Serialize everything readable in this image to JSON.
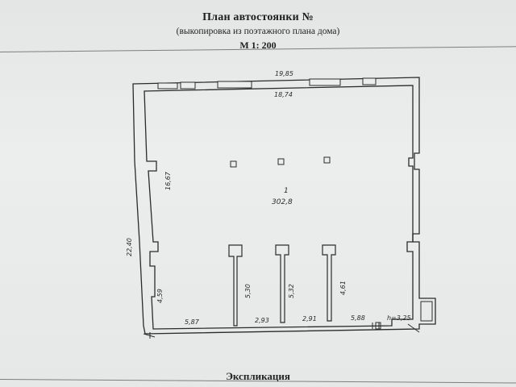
{
  "document": {
    "title": "План автостоянки №",
    "subtitle": "(выкопировка из поэтажного плана дома)",
    "scale": "М  1: 200",
    "footer": "Экспликация"
  },
  "plan": {
    "room_number": "1",
    "room_area": "302,8",
    "dimensions": {
      "outer_width": "19,85",
      "inner_width": "18,74",
      "outer_height": "22,40",
      "inner_height": "16,67",
      "left_lower": "4,59",
      "bottom_seg1": "5,87",
      "partition1_len": "5,30",
      "bottom_seg2": "2,93",
      "partition2_len": "5,32",
      "bottom_seg3": "2,91",
      "partition3_len": "4,61",
      "bottom_seg4": "5,88",
      "h_label": "h=3,25"
    }
  }
}
